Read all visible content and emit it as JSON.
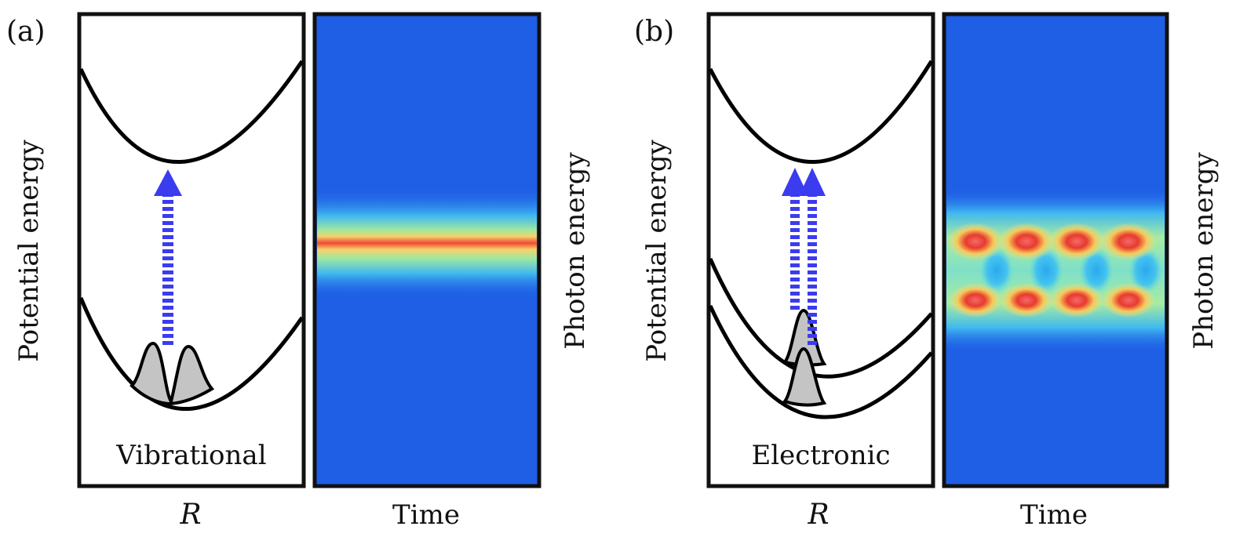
{
  "panels": [
    {
      "label": "(a)",
      "y_axis_left": "Potential energy",
      "x_axis_left": "R",
      "x_axis_right": "Time",
      "y_axis_right": "Photon energy",
      "inset_text": "Vibrational"
    },
    {
      "label": "(b)",
      "y_axis_left": "Potential energy",
      "x_axis_left": "R",
      "x_axis_right": "Time",
      "y_axis_right": "Photon energy",
      "inset_text": "Electronic"
    }
  ],
  "colors": {
    "arrow": "#3b3bf0",
    "wavepacket": "#c4c4c4",
    "heatmap_bg": "#1f5fe6",
    "heatmap_peak": "#ee3b2e"
  }
}
